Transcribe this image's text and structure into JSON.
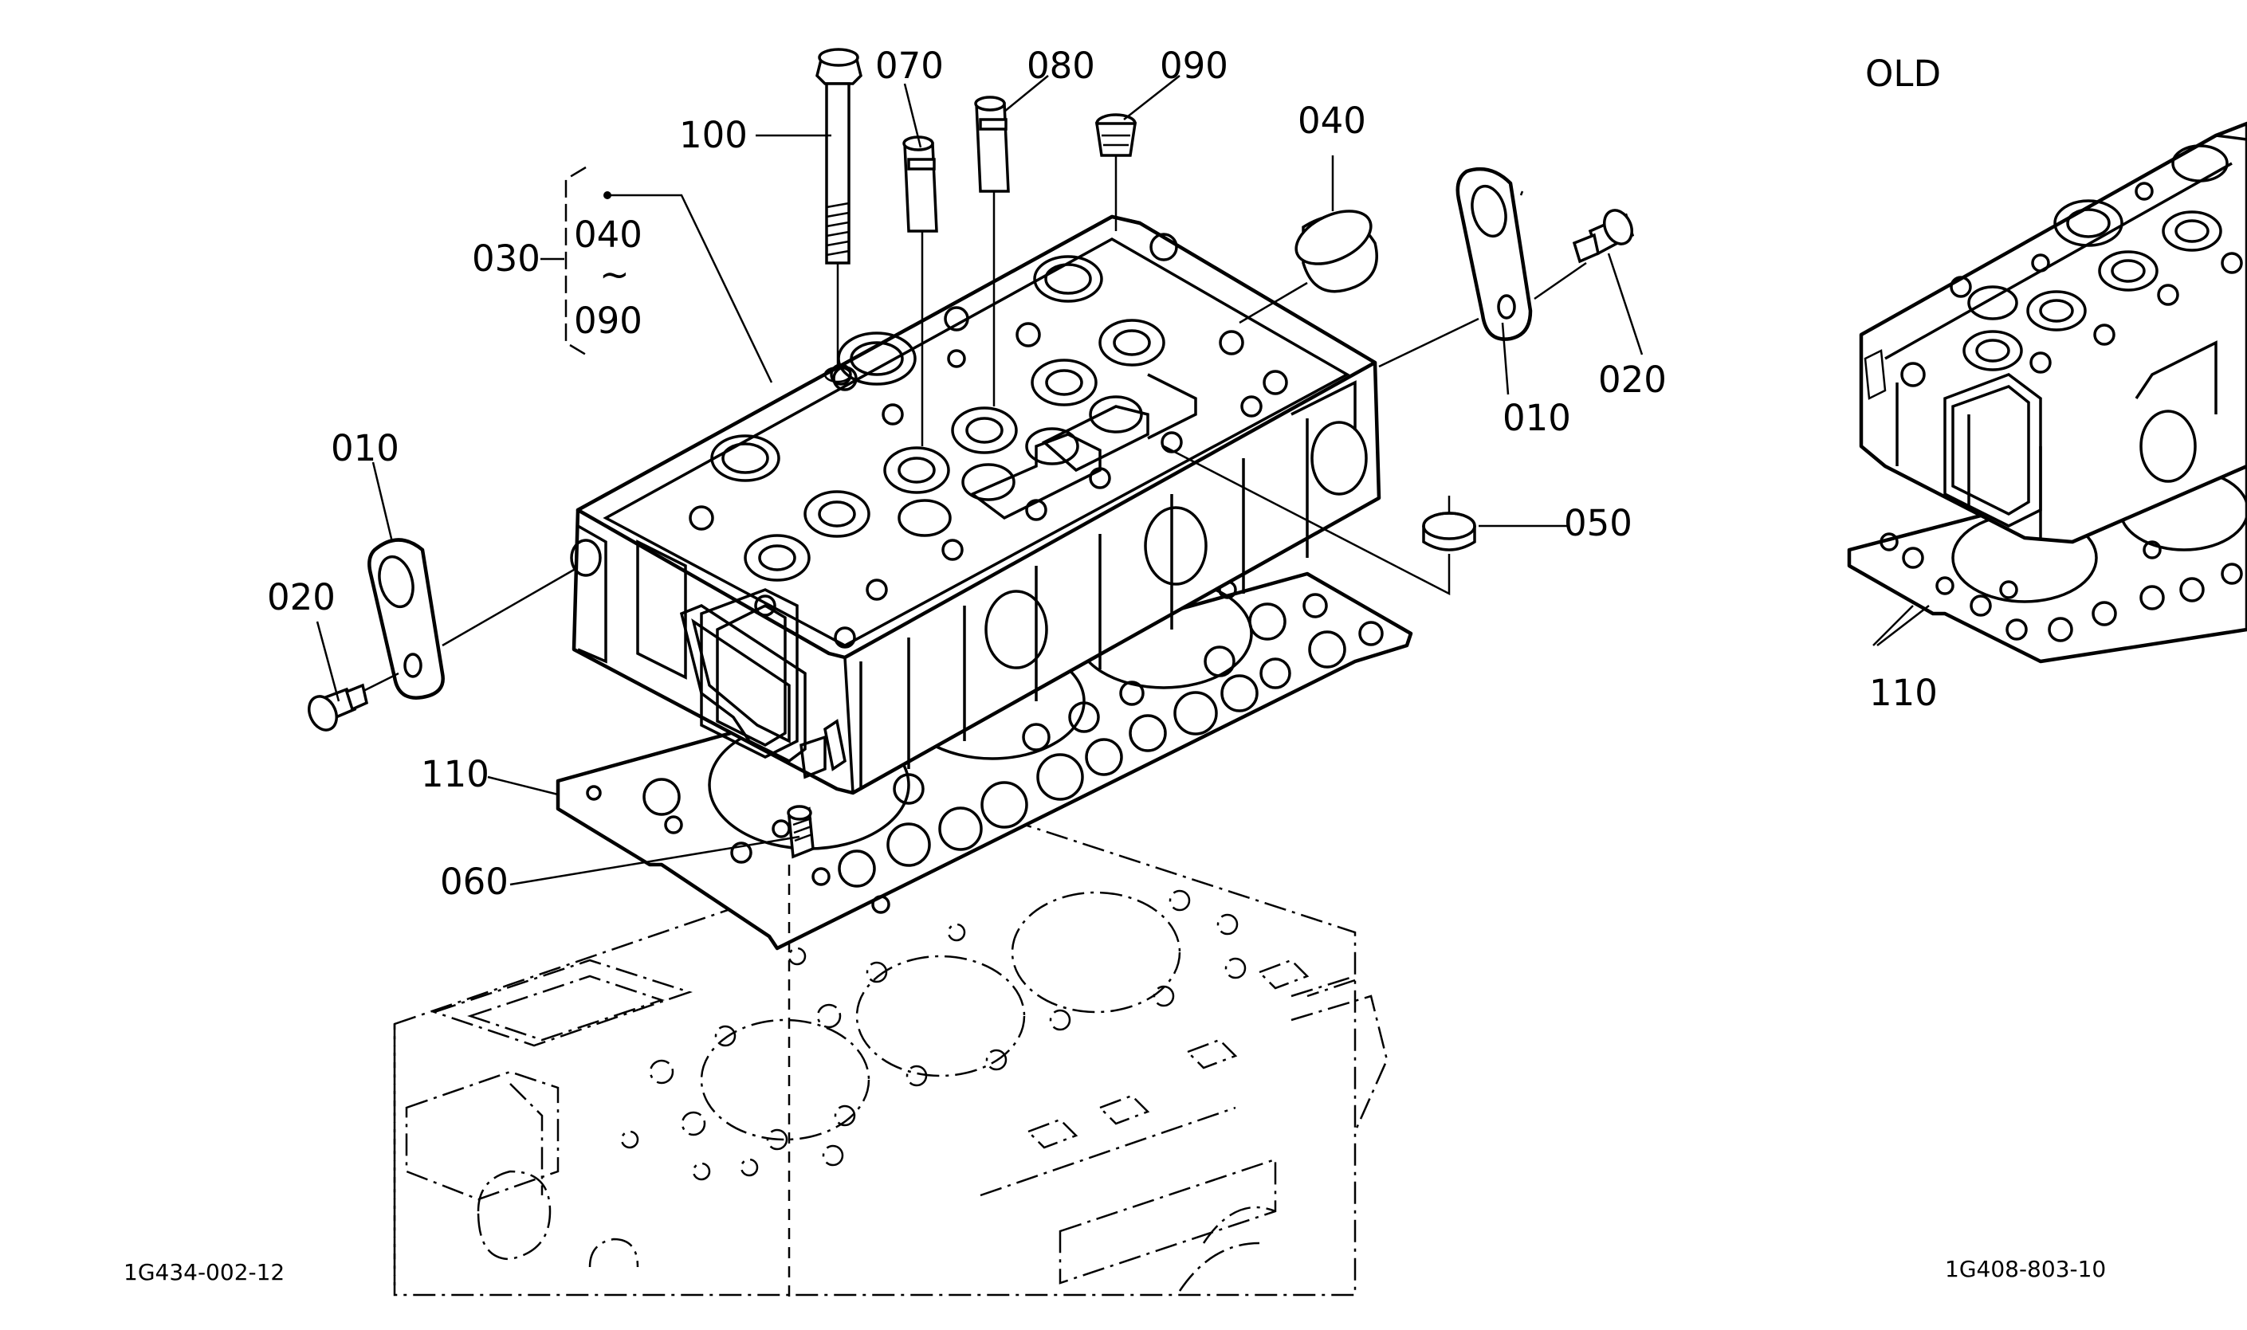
{
  "labels": {
    "l100": "100",
    "l070": "070",
    "l080": "080",
    "l090": "090",
    "l040": "040",
    "l030": "030",
    "l030_from": "040",
    "l030_tilde": "~",
    "l030_to": "090",
    "l010_right": "010",
    "l020_right": "020",
    "l050": "050",
    "l010_left": "010",
    "l020_left": "020",
    "l110": "110",
    "l060": "060",
    "old": "OLD",
    "l110_old": "110"
  },
  "codes": {
    "left": "1G434-002-12",
    "right": "1G408-803-10"
  }
}
